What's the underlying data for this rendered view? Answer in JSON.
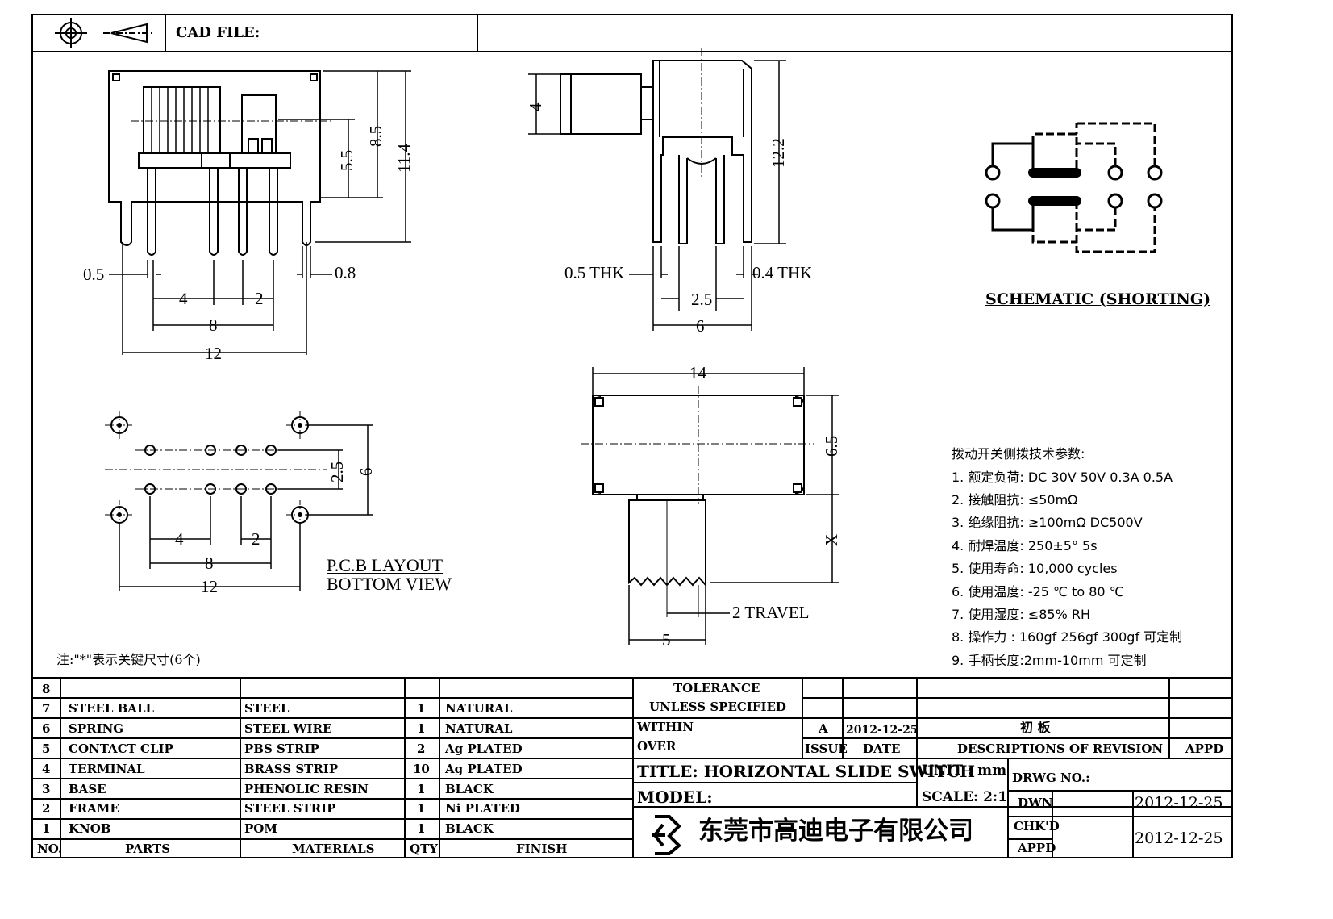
{
  "header": {
    "cad_label": "CAD FILE:"
  },
  "dims": {
    "front": {
      "v55": "5.5",
      "v85": "8.5",
      "v114": "11.4",
      "d05": "0.5",
      "d08": "0.8",
      "d4": "4",
      "d2": "2",
      "d8": "8",
      "d12": "12"
    },
    "side": {
      "d4": "4",
      "d122": "12.2",
      "thk05": "0.5 THK",
      "thk04": "0.4 THK",
      "d25": "2.5",
      "d6": "6"
    },
    "pcb": {
      "d25": "2.5",
      "d6": "6",
      "d4": "4",
      "d2": "2",
      "d8": "8",
      "d12": "12",
      "label1": "P.C.B LAYOUT",
      "label2": "BOTTOM VIEW"
    },
    "top": {
      "d14": "14",
      "d65": "6.5",
      "dx": "X",
      "travel": "2 TRAVEL",
      "d5": "5"
    }
  },
  "schematic": {
    "label": "SCHEMATIC (SHORTING)"
  },
  "specs": {
    "title": "拨动开关侧拨技术参数:",
    "items": [
      "1.  额定负荷: DC 30V     50V     0.3A     0.5A",
      "2.  接触阻抗: ≤50mΩ",
      "3.  绝缘阻抗: ≥100mΩ   DC500V",
      "4.  耐焊温度: 250±5°  5s",
      "5.  使用寿命: 10,000 cycles",
      "6.  使用温度: -25 ℃  to 80 ℃",
      "7.  使用湿度: ≤85% RH",
      "8.  操作力 : 160gf    256gf    300gf  可定制",
      "9.  手柄长度:2mm-10mm   可定制"
    ]
  },
  "note": "注:\"*\"表示关键尺寸(6个)",
  "bom": {
    "rows": [
      {
        "no": "8",
        "part": "",
        "material": "",
        "qty": "",
        "finish": ""
      },
      {
        "no": "7",
        "part": "STEEL BALL",
        "material": "STEEL",
        "qty": "1",
        "finish": "NATURAL"
      },
      {
        "no": "6",
        "part": "SPRING",
        "material": "STEEL WIRE",
        "qty": "1",
        "finish": "NATURAL"
      },
      {
        "no": "5",
        "part": "CONTACT CLIP",
        "material": "PBS STRIP",
        "qty": "2",
        "finish": "Ag PLATED"
      },
      {
        "no": "4",
        "part": "TERMINAL",
        "material": "BRASS STRIP",
        "qty": "10",
        "finish": "Ag PLATED"
      },
      {
        "no": "3",
        "part": "BASE",
        "material": "PHENOLIC RESIN",
        "qty": "1",
        "finish": "BLACK"
      },
      {
        "no": "2",
        "part": "FRAME",
        "material": "STEEL STRIP",
        "qty": "1",
        "finish": "Ni PLATED"
      },
      {
        "no": "1",
        "part": "KNOB",
        "material": "POM",
        "qty": "1",
        "finish": "BLACK"
      }
    ],
    "headers": {
      "no": "NO.",
      "part": "PARTS",
      "material": "MATERIALS",
      "qty": "QTY",
      "finish": "FINISH"
    }
  },
  "titleblock": {
    "tol1": "TOLERANCE",
    "tol2": "UNLESS   SPECIFIED",
    "within": "WITHIN",
    "over": "OVER",
    "issue_val": "A",
    "date_val": "2012-12-25",
    "initial": "初 板",
    "issue": "ISSUE",
    "date": "DATE",
    "desc": "DESCRIPTIONS  OF  REVISION",
    "appd": "APPD",
    "title": "TITLE:  HORIZONTAL  SLIDE  SWITCH",
    "unit": "UNIT : mm",
    "drwg": "DRWG  NO.:",
    "model": "MODEL:",
    "scale": "SCALE: 2:1",
    "dwn": "DWN",
    "dwn_date": "2012-12-25",
    "chkd": "CHK'D",
    "appd2": "APPD",
    "chk_date": "2012-12-25",
    "company": "东莞市高迪电子有限公司"
  }
}
